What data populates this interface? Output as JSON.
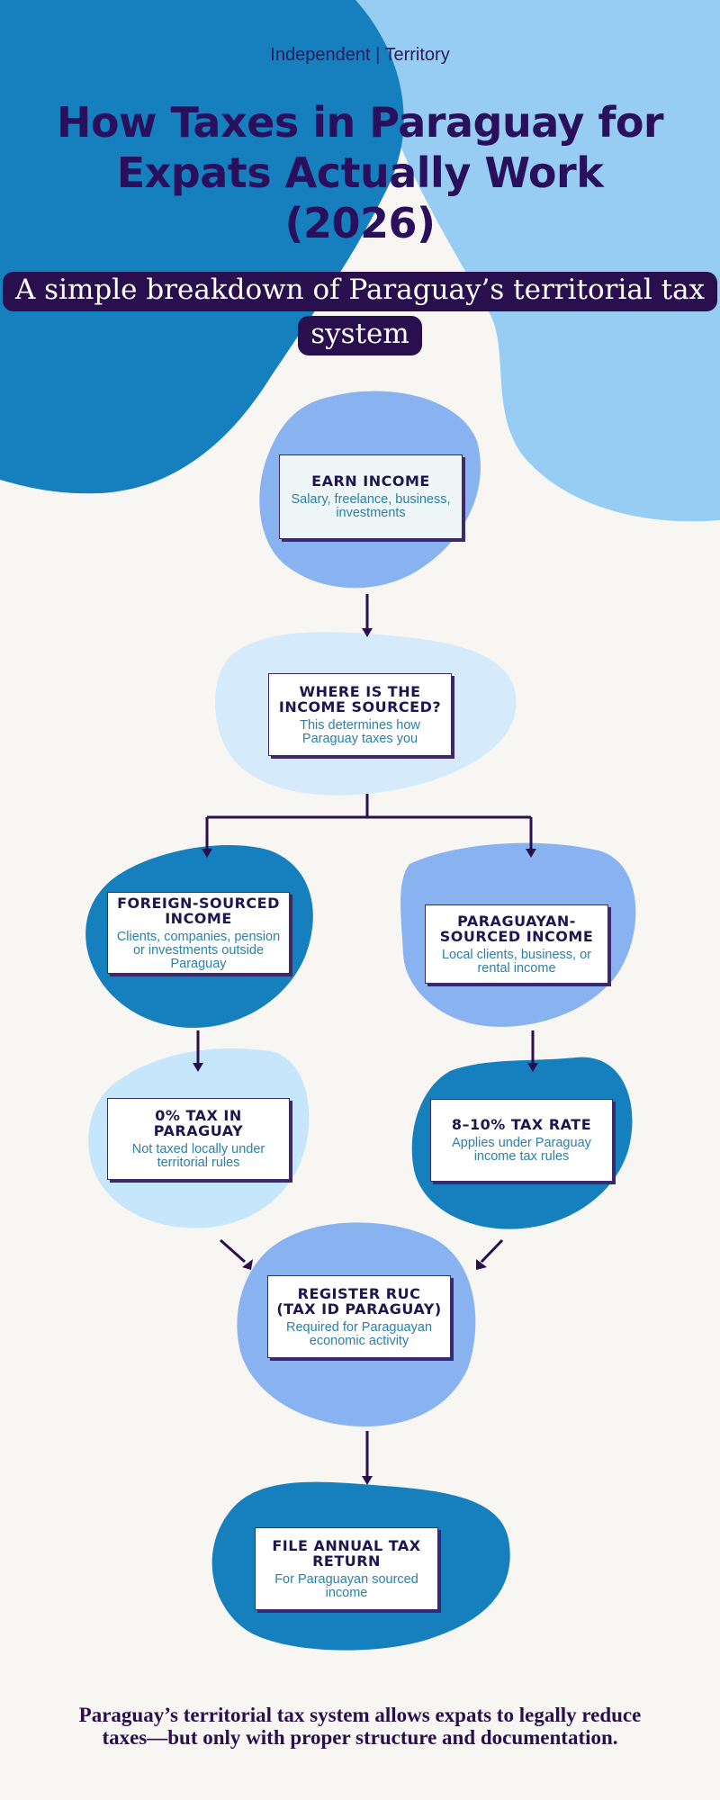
{
  "header": {
    "brand": "Independent | Territory",
    "title": "How Taxes in Paraguay for Expats Actually Work (2026)",
    "subtitle": "A simple breakdown of Paraguay’s territorial tax system"
  },
  "steps": {
    "earn": {
      "title": "EARN INCOME",
      "desc": "Salary, freelance, business, investments"
    },
    "source": {
      "title": "WHERE IS THE INCOME SOURCED?",
      "desc": "This determines how Paraguay taxes you"
    },
    "foreign": {
      "title": "FOREIGN-SOURCED INCOME",
      "desc": "Clients, companies, pension or investments outside Paraguay"
    },
    "local": {
      "title": "PARAGUAYAN-SOURCED INCOME",
      "desc": "Local clients, business, or rental income"
    },
    "zero_tax": {
      "title": "0% TAX IN PARAGUAY",
      "desc": "Not taxed locally under territorial rules"
    },
    "rate": {
      "title": "8–10% TAX RATE",
      "desc": "Applies under Paraguay income tax rules"
    },
    "ruc": {
      "title": "REGISTER RUC (TAX ID PARAGUAY)",
      "desc": "Required for Paraguayan economic activity"
    },
    "file": {
      "title": "FILE ANNUAL TAX RETURN",
      "desc": "For Paraguayan sourced income"
    }
  },
  "footer": "Paraguay’s territorial tax system allows expats to legally reduce taxes—but only with proper structure and documentation.",
  "colors": {
    "background": "#f8f6f3",
    "dark_blue": "#1580bd",
    "light_blue": "#97cdf3",
    "mid_blue": "#88b3f0",
    "pale_blue": "#d5eafa",
    "navy": "#2a0f4e"
  }
}
